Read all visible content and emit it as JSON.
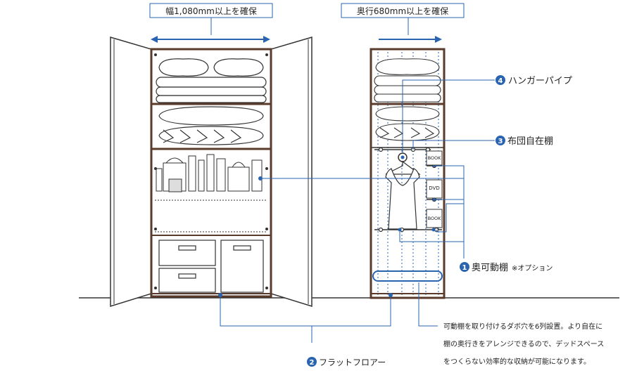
{
  "width_label": "幅1,080mm以上を確保",
  "depth_label": "奥行680mm以上を確保",
  "hanger_pipe": {
    "num": "4",
    "label": "ハンガーパイプ"
  },
  "futon_shelf": {
    "num": "3",
    "label": "布団自在棚"
  },
  "depth_movable_shelf": {
    "num": "1",
    "label": "奥可動棚",
    "note": "※オプション"
  },
  "flat_floor": {
    "num": "2",
    "label": "フラットフロアー"
  },
  "book1": "BOOK",
  "dvd": "DVD",
  "book2": "BOOK",
  "description": [
    "可動棚を取り付けるダボ穴を6列設置。より自在に",
    "棚の奥行きをアレンジできるので、デッドスペース",
    "をつくらない効率的な収納が可能になります。"
  ],
  "colors": {
    "accent": "#2a64b0",
    "frame": "#5a3a2a",
    "line": "#222222"
  }
}
